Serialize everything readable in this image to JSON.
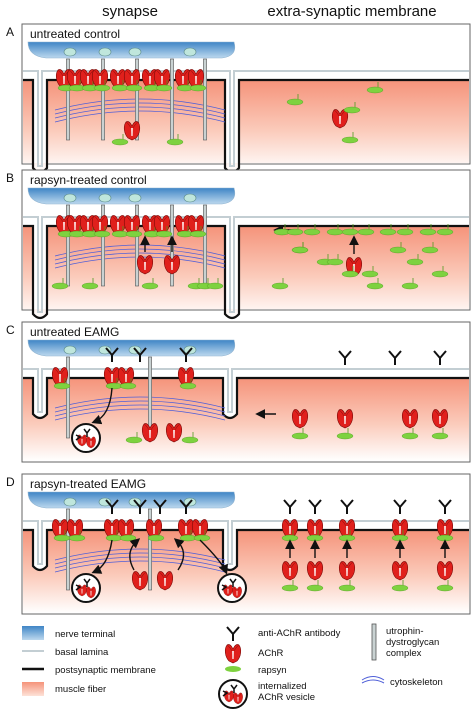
{
  "headers": {
    "left": "synapse",
    "right": "extra-synaptic membrane"
  },
  "panels": [
    {
      "letter": "A",
      "title": "untreated control"
    },
    {
      "letter": "B",
      "title": "rapsyn-treated control"
    },
    {
      "letter": "C",
      "title": "untreated EAMG"
    },
    {
      "letter": "D",
      "title": "rapsyn-treated EAMG"
    }
  ],
  "legend": {
    "nerve_terminal": "nerve terminal",
    "basal_lamina": "basal lamina",
    "postsynaptic_membrane": "postsynaptic membrane",
    "muscle_fiber": "muscle fiber",
    "antibody": "anti-AChR antibody",
    "achr": "AChR",
    "rapsyn": "rapsyn",
    "vesicle_line1": "internalized",
    "vesicle_line2": "AChR vesicle",
    "utrophin_line1": "utrophin-",
    "utrophin_line2": "dystroglycan",
    "utrophin_line3": "complex",
    "cytoskeleton": "cytoskeleton"
  },
  "colors": {
    "achr_red": "#e0201c",
    "rapsyn_green": "#7ed23f",
    "nerve_blue": "#6aa8da",
    "muscle_top": "#f59a80",
    "panel_border": "#555555"
  }
}
